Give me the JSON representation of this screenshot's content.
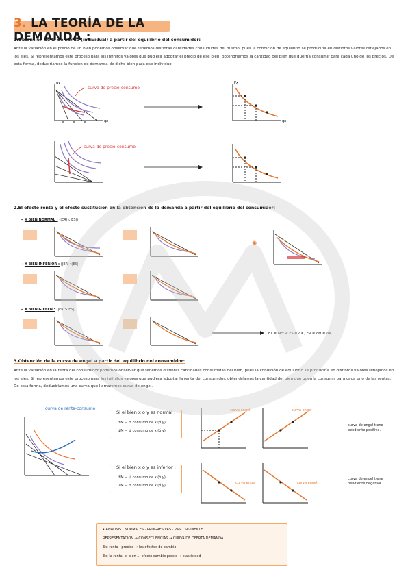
{
  "title": {
    "number": "3.",
    "text": "LA TEORÍA DE LA DEMANDA :"
  },
  "section1": {
    "heading": "1.Obtención de la demanda (individual) a partir del equilibrio del consumidor:",
    "paragraph": "Ante la variación en el precio de un bien podemos observar que tenemos distintas cantidades consumidas del mismo, pues la condición de equilibrio se produciría en distintos valores reflejados en los ejes. Si representamos este proceso para los infinitos valores que pudiera adoptar el precio de ese bien, obtendríamos la cantidad del bien que querría consumir para cada uno de los precios. De esta forma, deduciríamos la función de demanda de dicho bien para ese individuo.",
    "curve_label": "curva de precio-consumo",
    "axis_x": "qx",
    "axis_y": "qy",
    "axis_p": "Px"
  },
  "section2": {
    "heading": "2.El efecto renta y el efecto sustitución en la obtención de la demanda a partir del equilibrio del consumidor:",
    "cases": [
      {
        "label": "X BIEN NORMAL :",
        "note": "(|ER|<|ES|)"
      },
      {
        "label": "X BIEN INFERIOR :",
        "note": "(|ER|<|ES|)"
      },
      {
        "label": "X BIEN GIFFEN :",
        "note": "(|ER|>|ES|)"
      }
    ],
    "formula": "ET = ΔPx < ES = ΔX / ER = ΔM = ΔX"
  },
  "section3": {
    "heading": "3.Obtención de la curva de engel a partir del equilibrio del consumidor:",
    "paragraph": "Ante la variación en la renta del consumidor podemos observar que tenemos distintas cantidades consumidas del bien, pues la condición de equilibrio se produciría en distintos valores reflejados en los ejes. Si representamos este proceso para los infinitos valores que pudiera adoptar la renta del consumidor, obtendríamos la cantidad del bien que querría consumir para cada uno de las rentas. De esta forma, deduciríamos una curva que llamaremos curva de engel.",
    "curve_label": "curva de renta-consumo",
    "normal": {
      "title": "Si el bien x o y es normal :",
      "line1": "↑M → ↑ consumo de x (ó y)",
      "line2": "↓M → ↓ consumo de x (ó y)"
    },
    "inferior": {
      "title": "Si el bien x o y es inferior :",
      "line1": "↑M → ↓ consumo de x (ó y)",
      "line2": "↓M → ↑ consumo de x (ó y)"
    },
    "engel_label": "curva engel",
    "positive_note": "curva de engel tiene pendiente positiva.",
    "negative_note": "curva de engel tiene pendiente negativa."
  },
  "footer": {
    "line1": "• ANÁLISIS : NORMALES · PROGRESIVAS · PASO SIGUIENTE",
    "line2": "REPRESENTACIÓN → CONSECUENCIAS → CURVA DE OFERTA DEMANDA",
    "line3": "Ex: renta · precios → los efectos de cambio",
    "line4": "Ex: la renta, el bien ... efecto cambio precio → elasticidad"
  },
  "colors": {
    "accent": "#e8762c",
    "highlight": "#f4a86a",
    "curve_purple": "#8c7ac4",
    "curve_red": "#d63b3b"
  }
}
